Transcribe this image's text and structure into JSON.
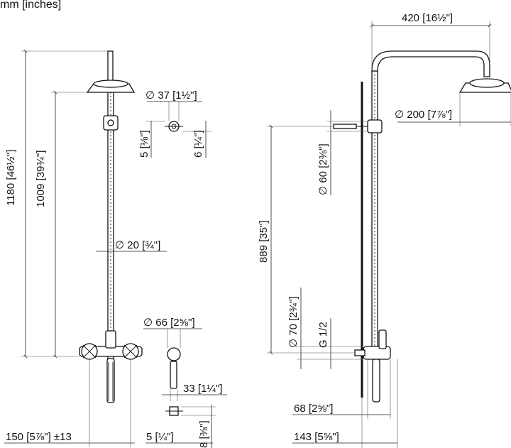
{
  "units_note": "mm [inches]",
  "left_view": {
    "height_total": "1180",
    "height_total_in": "46½\"",
    "height_head": "1009",
    "height_head_in": "39¾\"",
    "dia_head_mount": "37",
    "dia_head_mount_in": "1½\"",
    "off_5": "5",
    "off_5_in": "⅛\"",
    "off_6": "6",
    "off_6_in": "¼\"",
    "dia_pipe": "20",
    "dia_pipe_in": "¾\"",
    "dia_rosette": "66",
    "dia_rosette_in": "2⅝\"",
    "depth_33": "33",
    "depth_33_in": "1¼\"",
    "width_150": "150",
    "width_150_in": "5⅞\"",
    "tolerance": "±13",
    "off_5b": "5",
    "off_5b_in": "¼\"",
    "off_8": "8",
    "off_8_in": "⅜\""
  },
  "right_view": {
    "reach": "420",
    "reach_in": "16½\"",
    "dia_head": "200",
    "dia_head_in": "7⅞\"",
    "dia_60": "60",
    "dia_60_in": "2⅜\"",
    "height_889": "889",
    "height_889_in": "35\"",
    "dia_70": "70",
    "dia_70_in": "2¾\"",
    "thread": "G 1/2",
    "proj_68": "68",
    "proj_68_in": "2⅝\"",
    "proj_143": "143",
    "proj_143_in": "5⅝\""
  },
  "symbols": {
    "diameter": "∅"
  }
}
